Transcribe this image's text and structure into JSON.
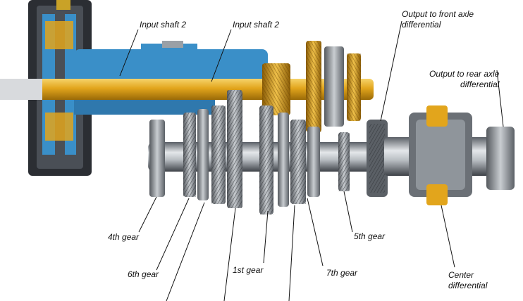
{
  "labels": {
    "input_shaft_2_left": "Input shaft 2",
    "input_shaft_2_right": "Input shaft 2",
    "output_front_line1": "Output to front axle",
    "output_front_line2": "differential",
    "output_rear_line1": "Output to rear axle",
    "output_rear_line2": "differential",
    "gear_4th": "4th gear",
    "gear_6th": "6th gear",
    "gear_1st": "1st gear",
    "gear_7th": "7th gear",
    "gear_5th": "5th gear",
    "center_line1": "Center",
    "center_line2": "differential"
  },
  "colors": {
    "shaft_gold": "#e2a51c",
    "housing_blue": "#3a8fc8",
    "gear_steel": "#9aa0a6",
    "leader_line": "#111111"
  }
}
